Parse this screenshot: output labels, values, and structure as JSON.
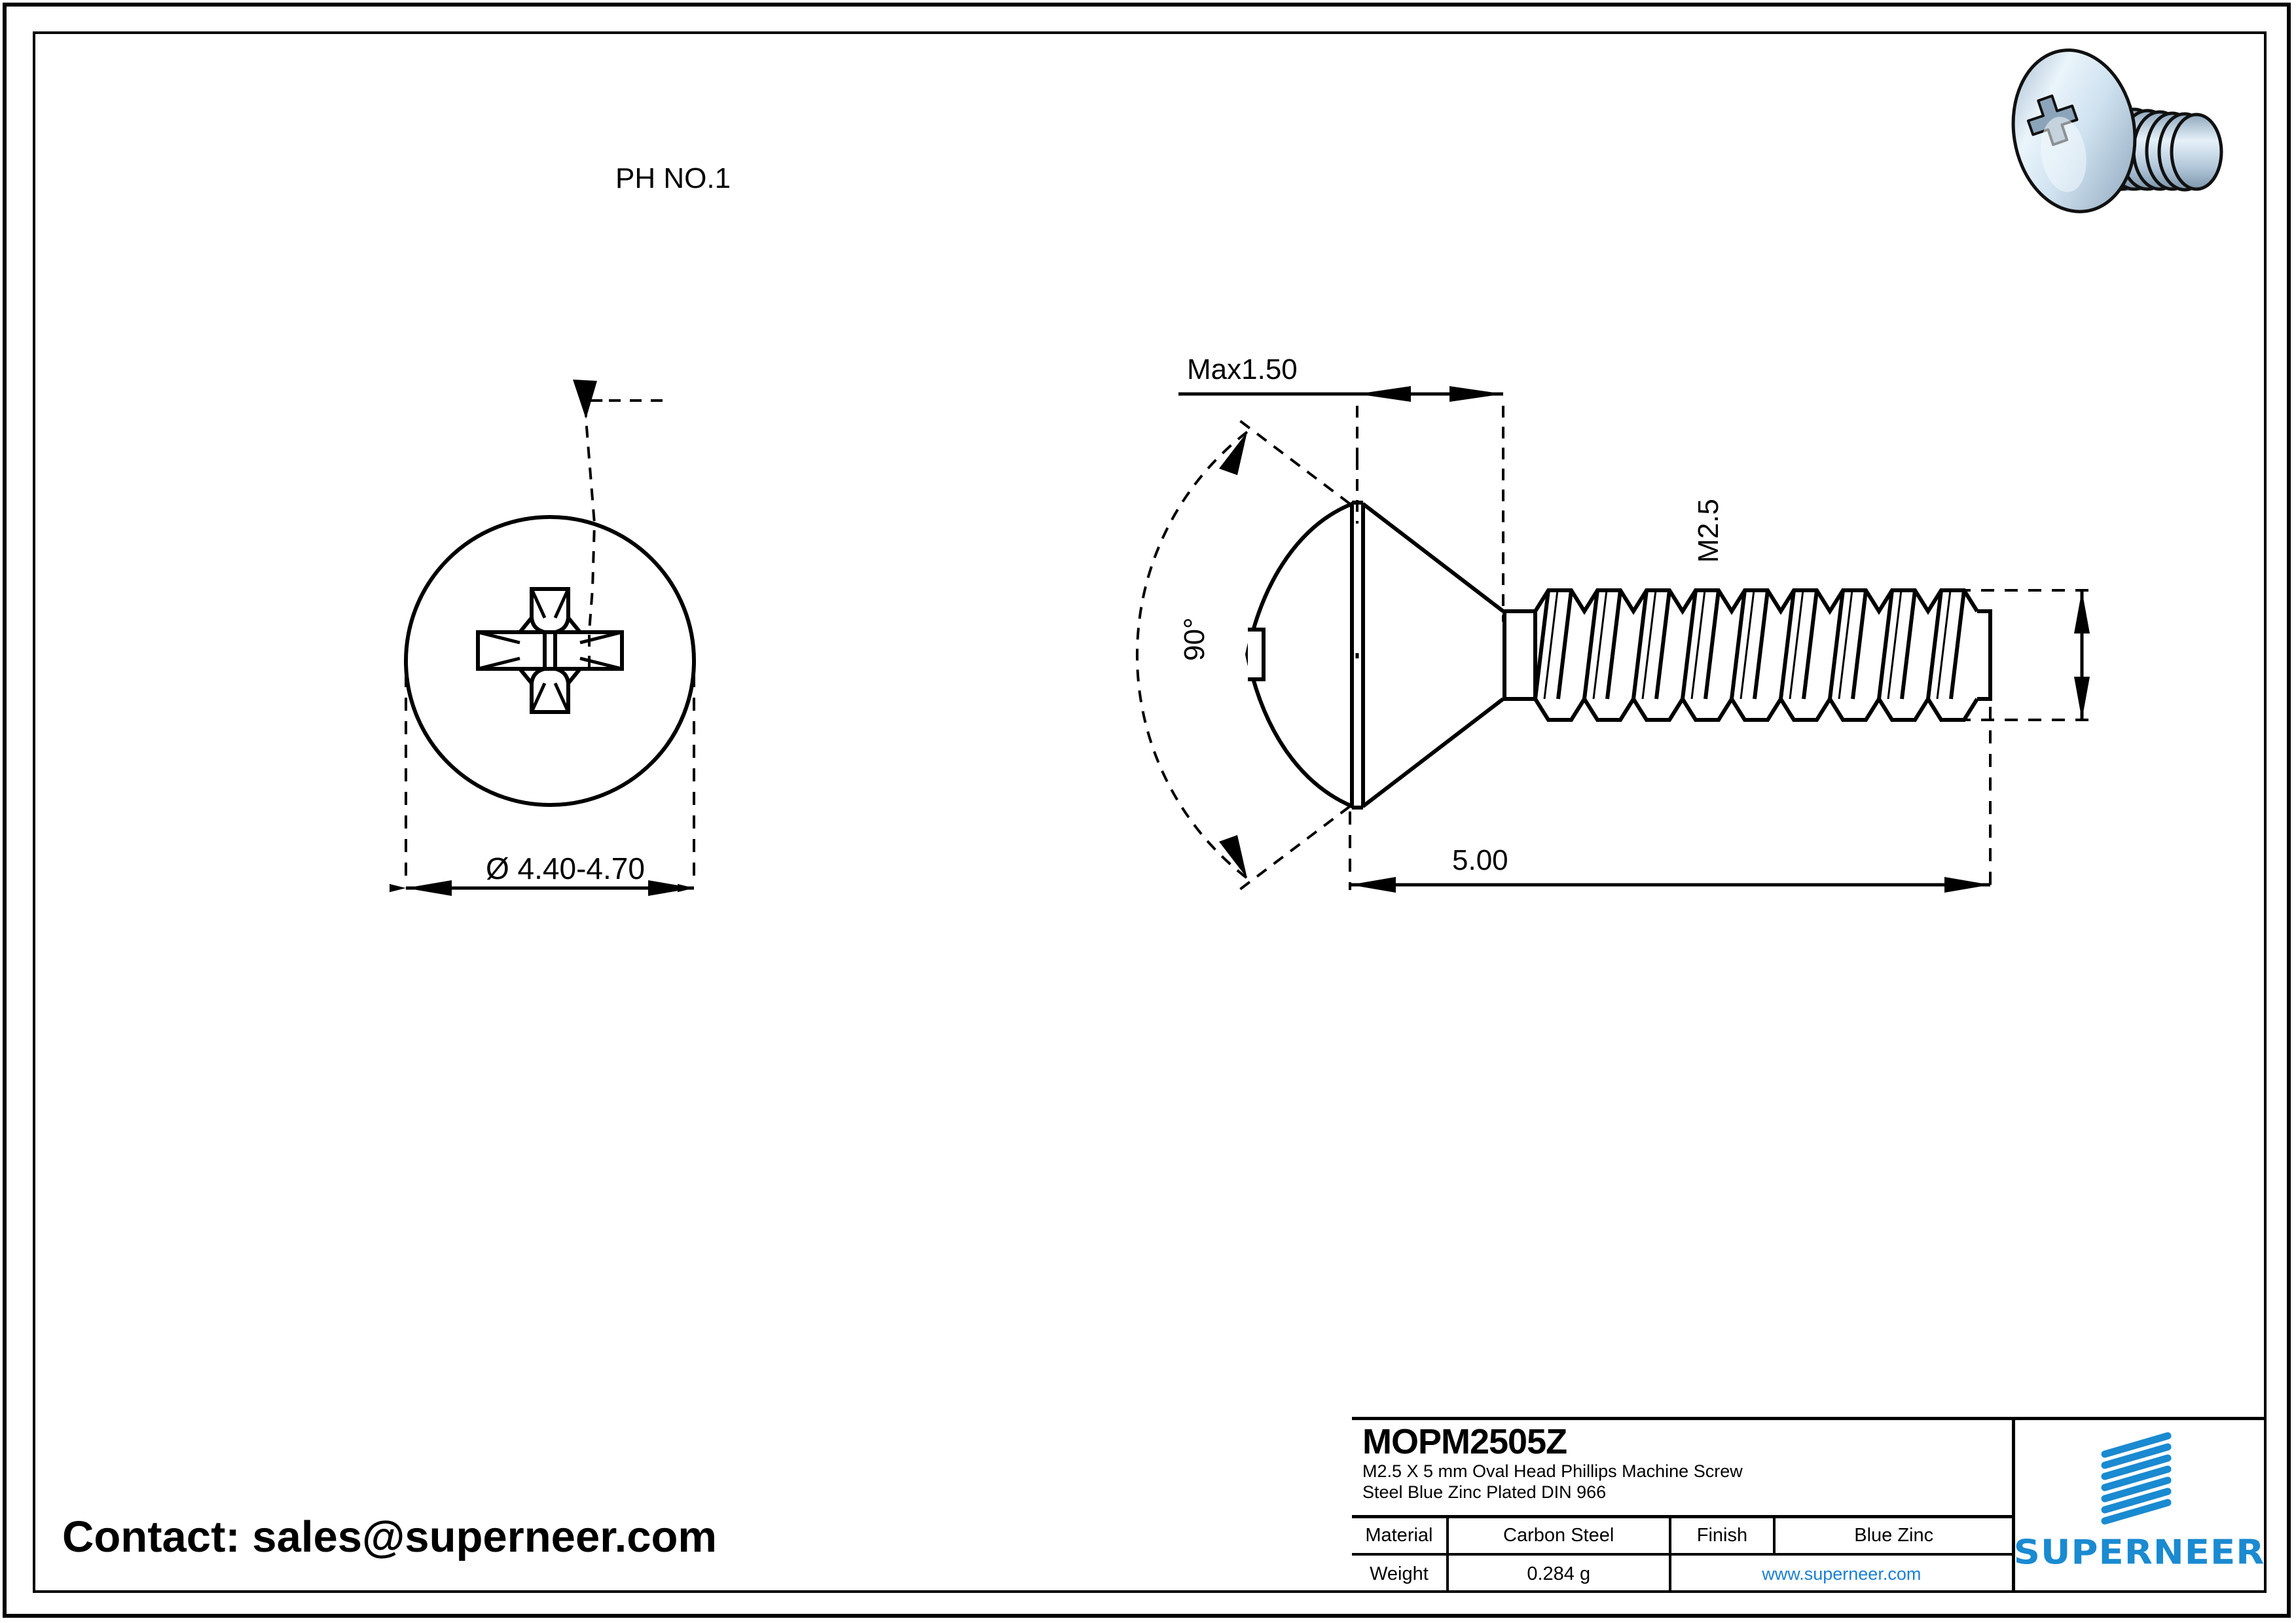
{
  "document": {
    "type": "engineering-drawing",
    "sheet_width": 3507,
    "sheet_height": 2480
  },
  "contact": {
    "text": "Contact: sales@superneer.com"
  },
  "title_block": {
    "part_number": "MOPM2505Z",
    "description_line_1": "M2.5 X 5 mm  Oval Head Phillips Machine Screw",
    "description_line_2": "Steel Blue Zinc Plated DIN 966",
    "material_label": "Material",
    "material_value": "Carbon Steel",
    "finish_label": "Finish",
    "finish_value": "Blue Zinc",
    "weight_label": "Weight",
    "weight_value": "0.284 g",
    "website": "www.superneer.com",
    "brand": "SUPERNEER",
    "brand_color": "#1a8ad1",
    "link_color": "#1a7fd4"
  },
  "drawing": {
    "front_view": {
      "name": "head-top-view",
      "drive_callout": "PH NO.1",
      "head_diameter": "Ø 4.40-4.70"
    },
    "side_view": {
      "name": "side-profile-view",
      "head_height": "Max1.50",
      "head_angle": "90°",
      "thread_size": "M2.5",
      "length": "5.00"
    }
  },
  "render": {
    "name": "screw-3d-render",
    "body_color": "#b9cee0",
    "highlight_color": "#eef6fc",
    "shadow_color": "#7d95ab"
  }
}
